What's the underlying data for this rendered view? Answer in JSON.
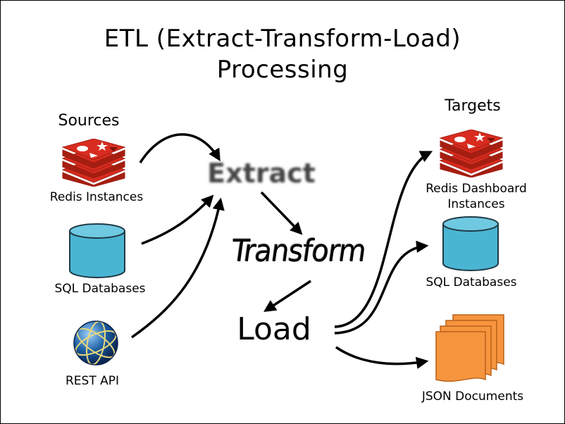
{
  "title": {
    "line1": "ETL (Extract-Transform-Load)",
    "line2": "Processing"
  },
  "sources": {
    "heading": "Sources",
    "items": [
      {
        "label": "Redis Instances",
        "icon": "redis-stack-icon"
      },
      {
        "label": "SQL Databases",
        "icon": "database-cylinder-icon"
      },
      {
        "label": "REST API",
        "icon": "globe-icon"
      }
    ]
  },
  "steps": {
    "extract": "Extract",
    "transform": "Transform",
    "load": "Load"
  },
  "targets": {
    "heading": "Targets",
    "items": [
      {
        "label_line1": "Redis Dashboard",
        "label_line2": "Instances",
        "icon": "redis-stack-icon"
      },
      {
        "label": "SQL Databases",
        "icon": "database-cylinder-icon"
      },
      {
        "label": "JSON Documents",
        "icon": "documents-stack-icon"
      }
    ]
  },
  "colors": {
    "redis_red": "#d82c20",
    "redis_dark": "#a41e11",
    "db_blue": "#4ab5d3",
    "db_dark": "#2e8fad",
    "doc_orange": "#f7953f",
    "doc_outline": "#d9741f",
    "globe_blue": "#1d5fa3",
    "arrow": "#000000"
  }
}
